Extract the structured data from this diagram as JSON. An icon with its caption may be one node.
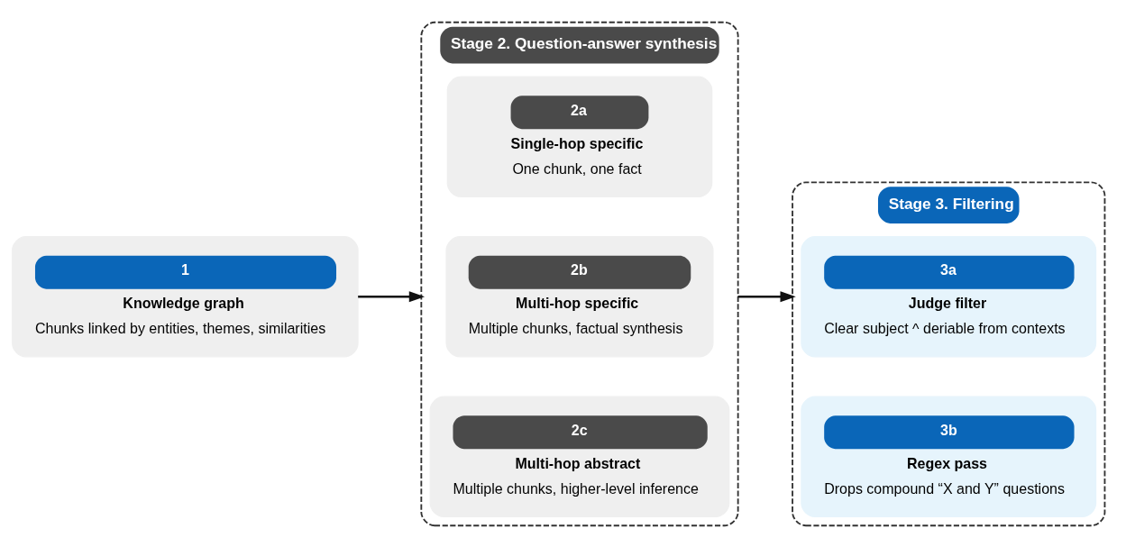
{
  "diagram": {
    "nodes": [
      {
        "text": [
          "1",
          "Knowledge graph",
          "Chunks linked by entities, themes, similarities"
        ]
      },
      {
        "text": [
          "Stage 2. Question-answer synthesis"
        ]
      },
      {
        "text": [
          "2a",
          "Single-hop specific",
          "One chunk, one fact"
        ],
        "in": 1
      },
      {
        "text": [
          "2b",
          "Multi-hop specific",
          "Multiple chunks, factual synthesis"
        ],
        "in": 1
      },
      {
        "text": [
          "2c",
          "Multi-hop abstract",
          "Multiple chunks, higher-level inference"
        ],
        "in": 1
      },
      {
        "text": [
          "Stage 3. Filtering"
        ]
      },
      {
        "text": [
          "3a",
          "Judge filter",
          "Clear subject ^ deriable from contexts"
        ],
        "in": 5
      },
      {
        "text": [
          "3b",
          "Regex pass",
          "Drops compound “X and Y” questions"
        ],
        "in": 5
      }
    ],
    "edges": [
      {
        "from": 0,
        "to": 1,
        "arrow": "to"
      },
      {
        "from": 1,
        "to": 5,
        "arrow": "to"
      }
    ]
  }
}
